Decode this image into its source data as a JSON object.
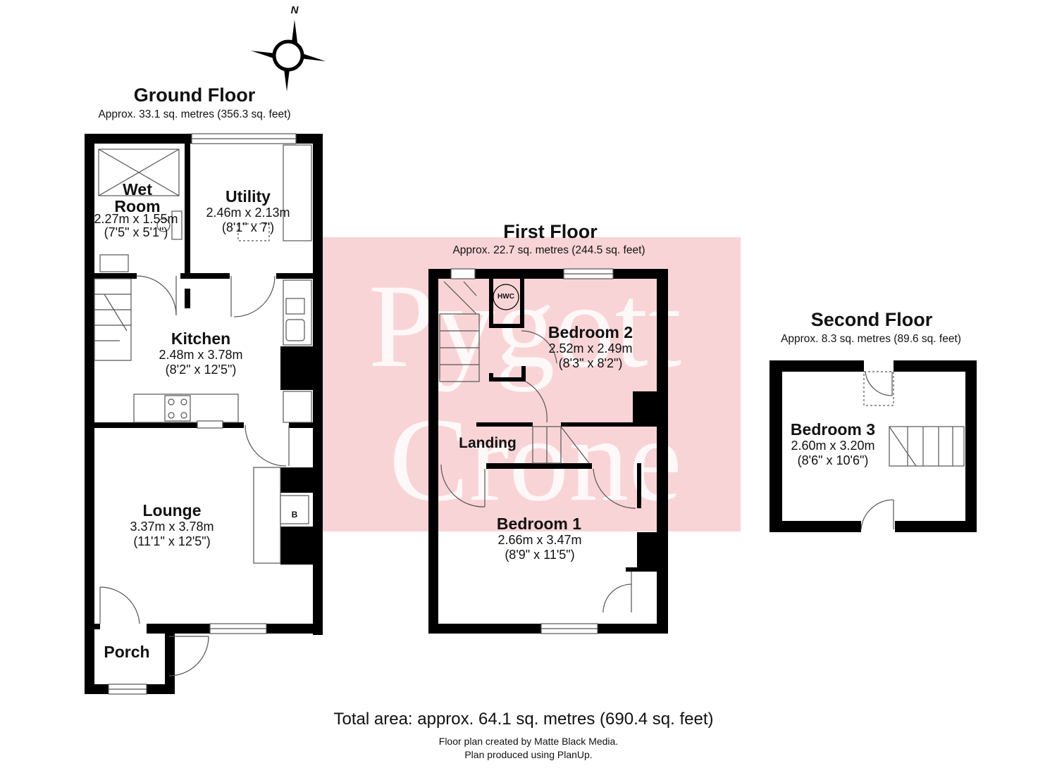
{
  "compass": {
    "north_label": "N"
  },
  "ground_floor": {
    "title": "Ground Floor",
    "area": "Approx. 33.1 sq. metres (356.3 sq. feet)",
    "rooms": {
      "wet_room": {
        "name_line1": "Wet",
        "name_line2": "Room",
        "dim_m": "2.27m x 1.55m",
        "dim_ft": "(7'5\" x 5'1\")"
      },
      "utility": {
        "name": "Utility",
        "dim_m": "2.46m x 2.13m",
        "dim_ft": "(8'1\" x 7')"
      },
      "kitchen": {
        "name": "Kitchen",
        "dim_m": "2.48m x 3.78m",
        "dim_ft": "(8'2\" x 12'5\")"
      },
      "lounge": {
        "name": "Lounge",
        "dim_m": "3.37m x 3.78m",
        "dim_ft": "(11'1\" x 12'5\")"
      },
      "porch": {
        "name": "Porch"
      }
    },
    "boiler_label": "B"
  },
  "first_floor": {
    "title": "First Floor",
    "area": "Approx. 22.7 sq. metres (244.5 sq. feet)",
    "rooms": {
      "bedroom_2": {
        "name": "Bedroom 2",
        "dim_m": "2.52m x 2.49m",
        "dim_ft": "(8'3\" x 8'2\")"
      },
      "landing": {
        "name": "Landing"
      },
      "bedroom_1": {
        "name": "Bedroom 1",
        "dim_m": "2.66m x 3.47m",
        "dim_ft": "(8'9\" x 11'5\")"
      }
    },
    "hwc_label": "HWC"
  },
  "second_floor": {
    "title": "Second Floor",
    "area": "Approx. 8.3 sq. metres (89.6 sq. feet)",
    "rooms": {
      "bedroom_3": {
        "name": "Bedroom 3",
        "dim_m": "2.60m x 3.20m",
        "dim_ft": "(8'6\" x 10'6\")"
      }
    }
  },
  "total_area": "Total area: approx. 64.1 sq. metres (690.4 sq. feet)",
  "credits": {
    "line1": "Floor plan created by Matte Black Media.",
    "line2": "Plan produced using PlanUp."
  },
  "watermark": {
    "line1": "Pygott",
    "line2": "Crone"
  },
  "colors": {
    "wall": "#000000",
    "watermark_bg": "#f9d4d6",
    "watermark_text": "#ffffff",
    "fixture": "#555555"
  }
}
